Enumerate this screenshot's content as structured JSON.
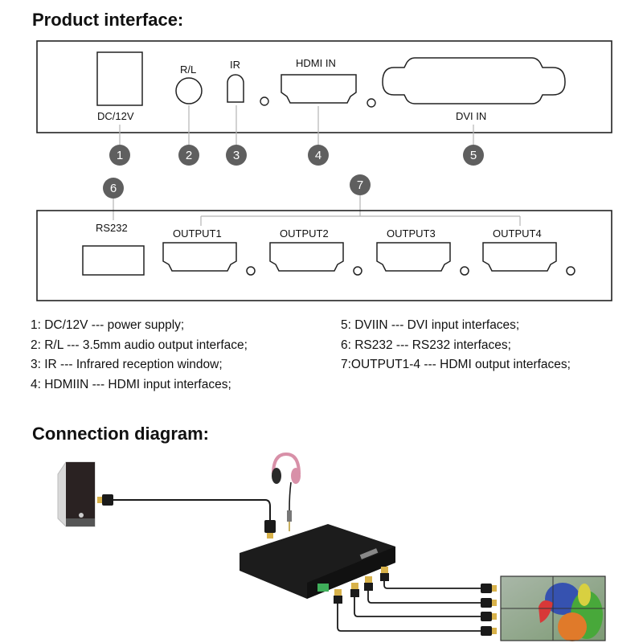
{
  "headings": {
    "product_interface": "Product interface:",
    "connection_diagram": "Connection diagram:"
  },
  "front_panel": {
    "ports": [
      {
        "id": 1,
        "label": "DC/12V",
        "icon": "dc-power-port"
      },
      {
        "id": 2,
        "label": "R/L",
        "icon": "audio-jack-port"
      },
      {
        "id": 3,
        "label": "IR",
        "icon": "ir-window"
      },
      {
        "id": 4,
        "label": "HDMI IN",
        "icon": "hdmi-port"
      },
      {
        "id": 5,
        "label": "DVI IN",
        "icon": "dvi-port"
      }
    ]
  },
  "rear_panel": {
    "ports": [
      {
        "id": 6,
        "label": "RS232",
        "icon": "rs232-port"
      },
      {
        "id": 7,
        "label": "OUTPUT1",
        "icon": "hdmi-port"
      },
      {
        "id": 7,
        "label": "OUTPUT2",
        "icon": "hdmi-port"
      },
      {
        "id": 7,
        "label": "OUTPUT3",
        "icon": "hdmi-port"
      },
      {
        "id": 7,
        "label": "OUTPUT4",
        "icon": "hdmi-port"
      }
    ]
  },
  "badges": [
    "1",
    "2",
    "3",
    "4",
    "5",
    "6",
    "7"
  ],
  "legend": {
    "left": [
      "1:  DC/12V --- power supply;",
      "2:  R/L --- 3.5mm audio output interface;",
      "3:  IR --- Infrared reception window;",
      "4:  HDMIIN --- HDMI input interfaces;"
    ],
    "right": [
      "5:  DVIIN --- DVI input interfaces;",
      "6:  RS232 --- RS232 interfaces;",
      "7:OUTPUT1-4 --- HDMI output interfaces;"
    ]
  },
  "connection": {
    "devices": [
      "pc-tower",
      "headphones",
      "video-wall-controller",
      "video-wall-2x2"
    ],
    "video_wall_content": "parrot image",
    "colors": {
      "badge": "#5f5f5f",
      "leader": "#b5b5b5",
      "cable": "#1a1a1a",
      "connector_gold": "#d8b24a",
      "controller": "#1c1c1c",
      "terminal_green": "#3fae5a",
      "headphone_pink": "#d890a8"
    }
  }
}
